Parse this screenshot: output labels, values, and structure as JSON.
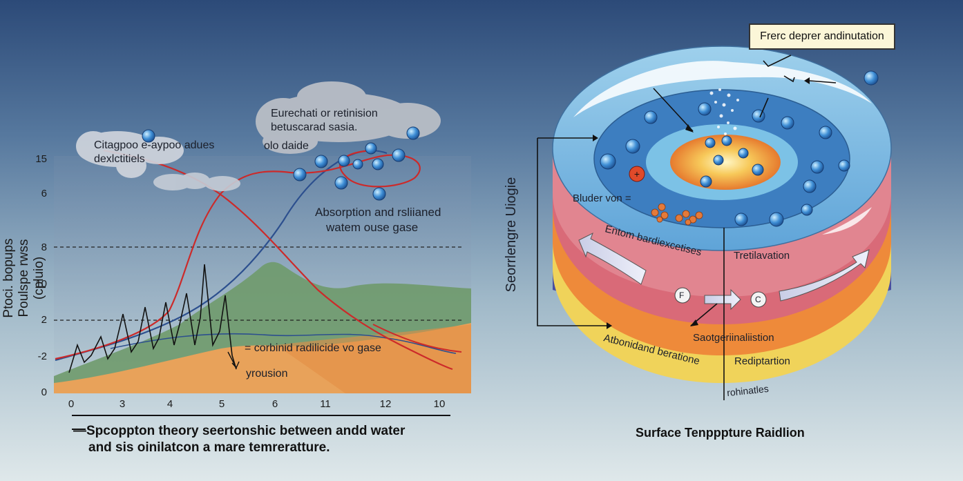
{
  "left_panel": {
    "y_axis_title": [
      "Ptoci. bopups",
      "Poulspe rwss (cpluio)"
    ],
    "y_ticks": [
      "15",
      "6",
      "8",
      "10",
      "2",
      "-2",
      "0"
    ],
    "x_ticks": [
      "0",
      "3",
      "4",
      "5",
      "6",
      "11",
      "12",
      "10"
    ],
    "cloud_labels": {
      "left": [
        "Citagpoo e-aypoo adues",
        "dexlctitiels"
      ],
      "top": [
        "Eurechati or retinision",
        "betuscarad sasia.",
        "olo daide"
      ]
    },
    "annotation_absorption": [
      "Absorption and rsliianed",
      "watem ouse gase"
    ],
    "annotation_carbon": "= corbinid radilicide vo gase",
    "annotation_yrousion": "yrousion",
    "caption": [
      "—Spcoppton theory seertonshic  between  andd water",
      "and sis oinilatcon a mare temreratture."
    ]
  },
  "right_panel": {
    "callout": "Frerc deprer andinutation",
    "vertical_label": "Seorrlengre Uiogie",
    "labels": {
      "bluder": "Bluder von =",
      "entom": "Entom bardiexcetises",
      "trelh": "Tretilavation",
      "saog": "Saotgeriinaliistion",
      "atom": "Atbonidand beratione",
      "redip": "Rediptartion",
      "roh": "rohinatles",
      "f": "F",
      "c": "C"
    },
    "title": "Surface Tenpppture Raidlion"
  }
}
